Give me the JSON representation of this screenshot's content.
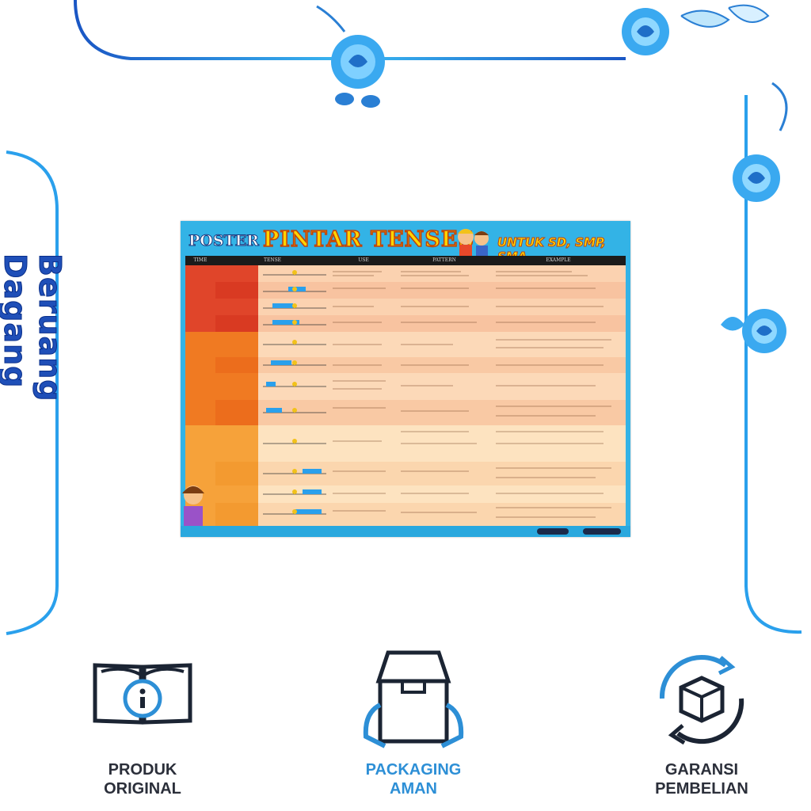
{
  "brand": {
    "vertical_text": "Beruang Dagang"
  },
  "colors": {
    "frame": "#2fa8ee",
    "frame_dark": "#1a56c4",
    "poster_bg": "#33b3e6"
  },
  "poster": {
    "title_small": "POSTER",
    "title_big": "PINTAR TENSES",
    "subtitle": "UNTUK SD, SMP, SMA",
    "columns": [
      "TIME",
      "TENSE",
      "USE",
      "PATTERN",
      "EXAMPLE"
    ]
  },
  "features": [
    {
      "icon": "open-book-info-icon",
      "line1": "PRODUK",
      "line2": "ORIGINAL",
      "line1_pre": "PRODUK",
      "line1_hl": "",
      "line2_pre": "",
      "line2_hl": "O",
      "line2_post": "RIGINAL"
    },
    {
      "icon": "box-in-hands-icon",
      "line1": "PACKAGING",
      "line2": "AMAN"
    },
    {
      "icon": "box-cycle-icon",
      "line1": "GARANSI",
      "line2": "PEMBELIAN"
    }
  ]
}
